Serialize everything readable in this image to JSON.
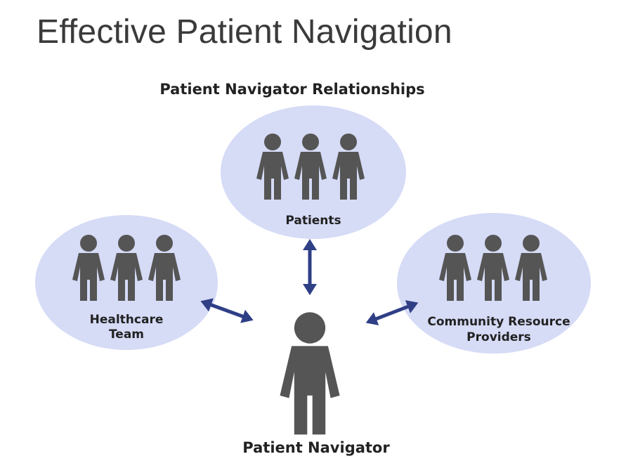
{
  "slide": {
    "title": "Effective Patient Navigation"
  },
  "diagram": {
    "heading": "Patient Navigator Relationships",
    "groups": {
      "patients": "Patients",
      "healthcare_team_line1": "Healthcare",
      "healthcare_team_line2": "Team",
      "community_line1": "Community Resource",
      "community_line2": "Providers"
    },
    "center_label": "Patient Navigator"
  },
  "colors": {
    "bubble": "#d6dbf6",
    "figure": "#555555",
    "arrow": "#2f3f86",
    "text": "#222222"
  },
  "icons": {
    "person": "person-icon",
    "arrow": "double-headed-arrow-icon"
  }
}
